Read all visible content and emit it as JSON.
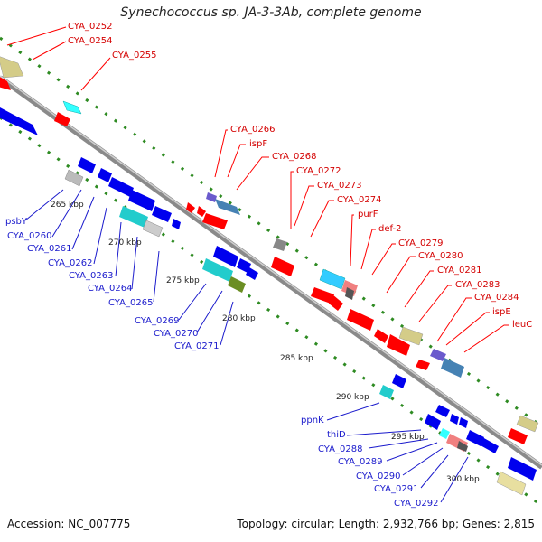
{
  "title": "Synechococcus sp. JA-3-3Ab, complete genome",
  "accession": "Accession: NC_007775",
  "topology": "Topology: circular; Length: 2,932,766 bp; Genes: 2,815",
  "colors": {
    "backbone": "#8a8a8a",
    "ticks": "#2e8b22",
    "red_label": "#d40000",
    "blue_label": "#1a1acc",
    "red_feature": "#ff0000",
    "blue_feature": "#0000ee",
    "cyan_feature": "#22cccc",
    "steel_feature": "#4682b4",
    "khaki_feature": "#d4cc88",
    "gray_feature": "#888888",
    "olive_feature": "#6b8e23",
    "pink_feature": "#f08080",
    "purple_feature": "#6a5acd"
  },
  "kbp_labels": [
    "265 kbp",
    "270 kbp",
    "275 kbp",
    "280 kbp",
    "285 kbp",
    "290 kbp",
    "295 kbp",
    "300 kbp"
  ],
  "upper_labels": [
    "CYA_0252",
    "CYA_0254",
    "CYA_0255",
    "CYA_0266",
    "ispF",
    "CYA_0268",
    "CYA_0272",
    "CYA_0273",
    "CYA_0274",
    "purF",
    "def-2",
    "CYA_0279",
    "CYA_0280",
    "CYA_0281",
    "CYA_0283",
    "CYA_0284",
    "ispE",
    "leuC"
  ],
  "lower_labels": [
    "psbY",
    "CYA_0260",
    "CYA_0261",
    "CYA_0262",
    "CYA_0263",
    "CYA_0264",
    "CYA_0265",
    "CYA_0269",
    "CYA_0270",
    "CYA_0271",
    "ppnK",
    "thiD",
    "CYA_0288",
    "CYA_0289",
    "CYA_0290",
    "CYA_0291",
    "CYA_0292"
  ]
}
